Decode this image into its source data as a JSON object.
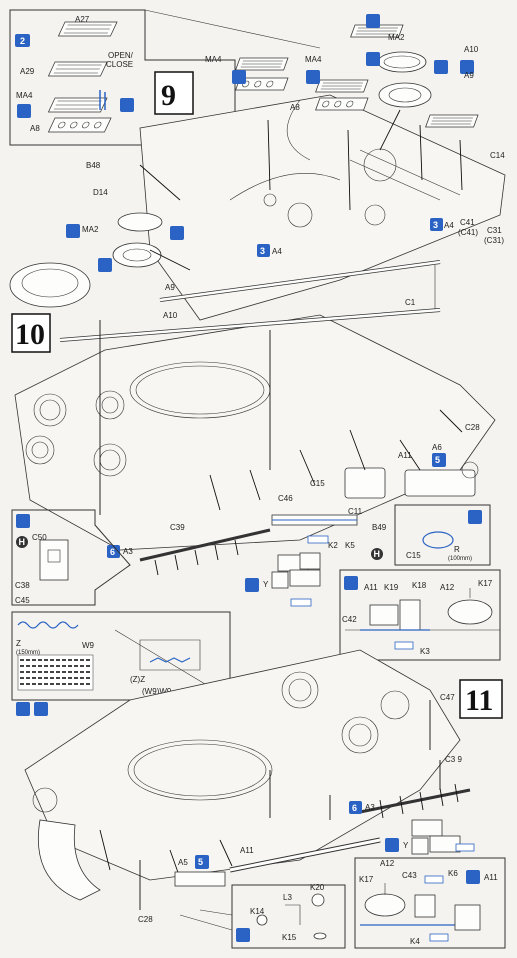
{
  "steps": [
    {
      "number": "9"
    },
    {
      "number": "10"
    },
    {
      "number": "11"
    }
  ],
  "step9": {
    "inset": {
      "A27": "A27",
      "open_close": "OPEN/\nCLOSE",
      "A29": "A29",
      "MA4": "MA4",
      "A8": "A8",
      "x2": "2"
    },
    "labels": {
      "MA4_a": "MA4",
      "MA4_b": "MA4",
      "MA2_top": "MA2",
      "A8": "A8",
      "A10": "A10",
      "A9": "A9",
      "B48": "B48",
      "D14": "D14",
      "C14": "C14",
      "MA2_left": "MA2",
      "A9_b": "A9",
      "A10_b": "A10",
      "A4_a": "A4",
      "A4_b": "A4",
      "x3_a": "3",
      "x3_b": "3",
      "C41": "C41",
      "C41p": "(C41)",
      "C31": "C31",
      "C31p": "(C31)",
      "C1": "C1"
    }
  },
  "step10": {
    "labels": {
      "C28": "C28",
      "A6": "A6",
      "A11": "A11",
      "x5": "5",
      "C15": "C15",
      "C46": "C46",
      "C11": "C11",
      "K2": "K2",
      "K5": "K5",
      "B49": "B49",
      "C39": "C39",
      "A3": "A3",
      "x6": "6",
      "Y": "Y",
      "C50": "C50",
      "C38": "C38",
      "C45": "C45",
      "W9": "W9",
      "Z": "Z",
      "z_len": "(150mm)",
      "ZZ": "(Z)Z",
      "W9W9": "(W9)W9",
      "C15_b": "C15",
      "R": "R",
      "r_len": "(100mm)",
      "A11_b": "A11",
      "K19": "K19",
      "K18": "K18",
      "A12": "A12",
      "K17": "K17",
      "C42": "C42",
      "K3": "K3",
      "H": "H",
      "H2": "H"
    }
  },
  "step11": {
    "labels": {
      "C47": "C47",
      "C39": "C3 9",
      "A3": "A3",
      "x6": "6",
      "Y": "Y",
      "A5": "A5",
      "x5": "5",
      "A11": "A11",
      "C28": "C28",
      "K14": "K14",
      "L3": "L3",
      "K20": "K20",
      "K15": "K15",
      "A12": "A12",
      "K17": "K17",
      "C43": "C43",
      "K6": "K6",
      "A11_b": "A11",
      "K4": "K4"
    }
  },
  "colors": {
    "accent": "#2b63c4",
    "ink": "#222222",
    "paper": "#f4f3ef"
  }
}
